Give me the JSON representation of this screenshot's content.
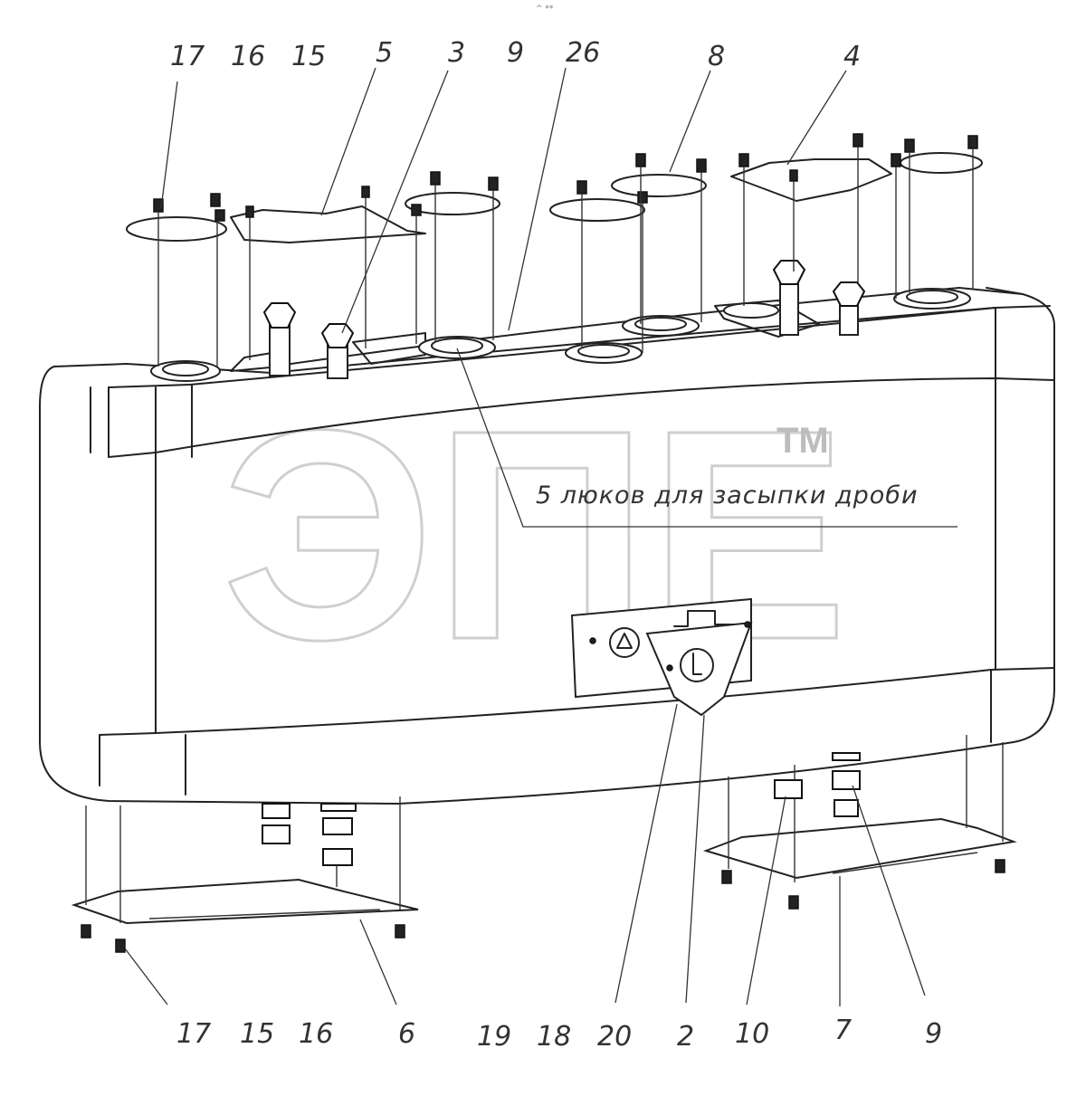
{
  "top_mark": "^ **",
  "watermark": {
    "text": "ЭПЕ",
    "tm": "TM"
  },
  "note": "5 люков для засыпки дроби",
  "callouts_top": [
    "17",
    "16",
    "15",
    "5",
    "3",
    "9",
    "26",
    "8",
    "4"
  ],
  "callouts_bottom": [
    "17",
    "15",
    "16",
    "6",
    "19",
    "18",
    "20",
    "2",
    "10",
    "7",
    "9"
  ]
}
